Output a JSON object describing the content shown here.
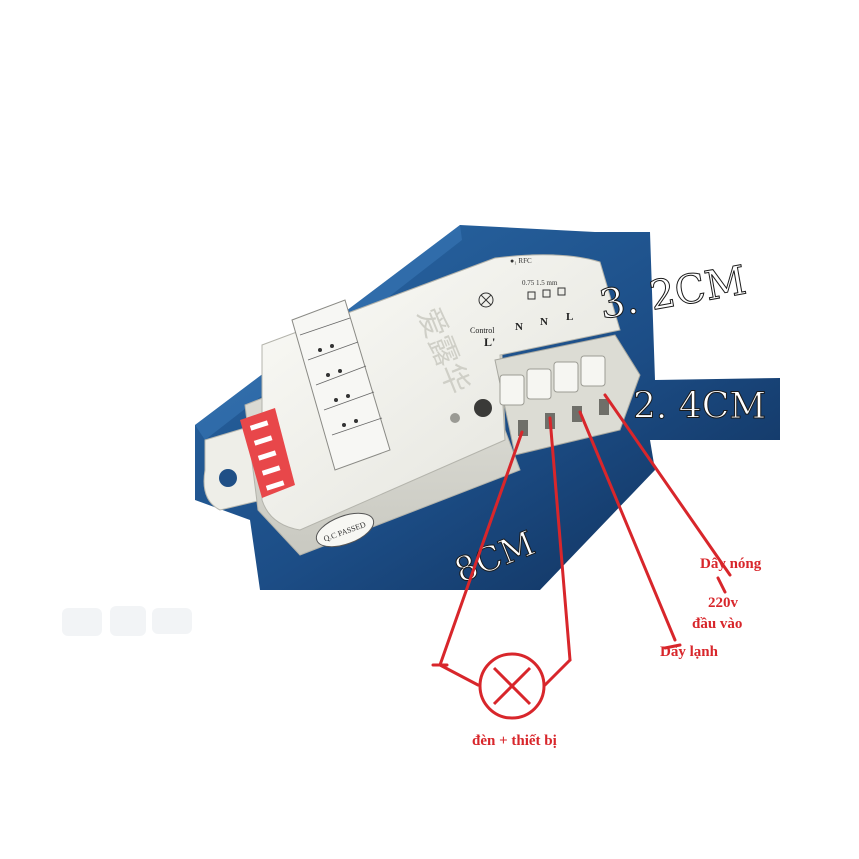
{
  "dimensions": {
    "height": "3. 2CM",
    "depth": "2. 4CM",
    "length": "8CM"
  },
  "device": {
    "chinese_brand": "爱露华",
    "terminal_labels": [
      "Control",
      "L'",
      "N",
      "N",
      "L"
    ],
    "top_marks": "0.75 1.5 mm",
    "qc_label": "Q.C PASSED"
  },
  "annotations": {
    "hot_wire": "Dây nóng",
    "voltage": "220v",
    "input": "đầu vào",
    "neutral_wire": "Dây lạnh",
    "load": "đèn + thiết bị"
  },
  "colors": {
    "background_band": "#1f4f86",
    "band_shadow": "#0f2e57",
    "annotation_red": "#d8262b",
    "device_body": "#f3f3ee",
    "dip_switch": "#e8474a"
  }
}
